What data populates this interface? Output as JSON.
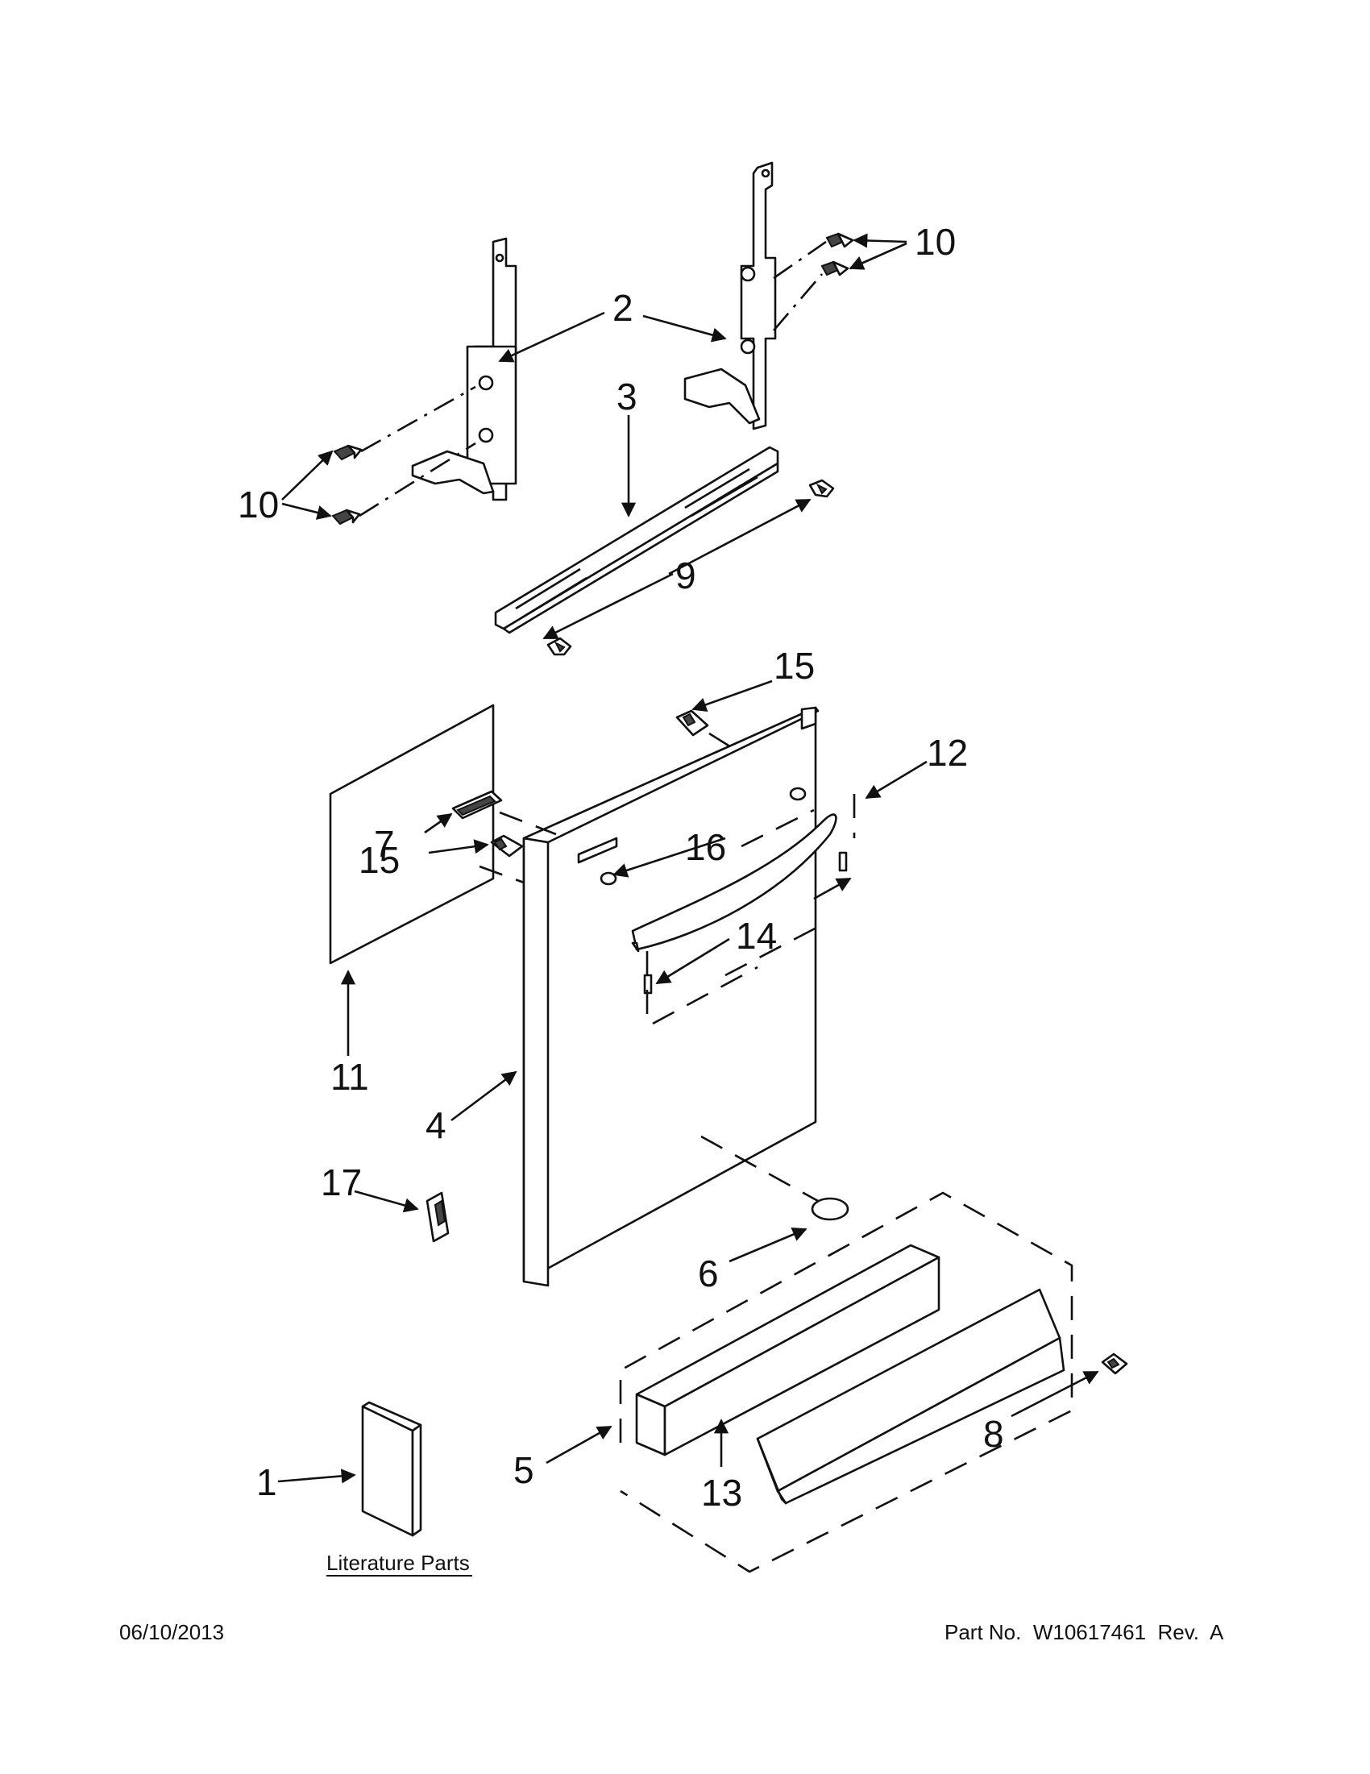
{
  "callouts": [
    "1",
    "2",
    "3",
    "4",
    "5",
    "6",
    "7",
    "8",
    "9",
    "10",
    "10",
    "11",
    "12",
    "13",
    "14",
    "15",
    "15",
    "16",
    "17"
  ],
  "literature_label": "Literature Parts",
  "footer": {
    "date": "06/10/2013",
    "part_number": "Part No.  W10617461  Rev.  A"
  },
  "colors": {
    "ink": "#111111",
    "paper": "#ffffff"
  }
}
